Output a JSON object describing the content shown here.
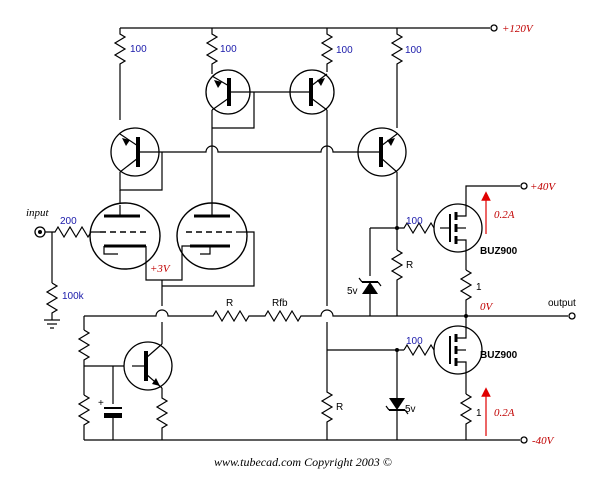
{
  "rails": {
    "top": "+120V",
    "pos40": "+40V",
    "zero": "0V",
    "neg40": "-40V"
  },
  "labels": {
    "input": "input",
    "output": "output",
    "r_top_1": "100",
    "r_top_2": "100",
    "r_top_3": "100",
    "r_top_4": "100",
    "r_in": "200",
    "r_grid": "100k",
    "cathode_v": "+3V",
    "r_mid": "R",
    "r_fb": "Rfb",
    "r_gate_top": "100",
    "r_gate_bot": "100",
    "r_bias_top": "R",
    "r_bias_bot": "R",
    "zener_1": "5v",
    "zener_2": "5v",
    "mos_top": "BUZ900",
    "mos_bot": "BUZ900",
    "r_src_top": "1",
    "r_src_bot": "1",
    "i_top": "0.2A",
    "i_bot": "0.2A"
  },
  "footer": "www.tubecad.com   Copyright 2003 ©",
  "colors": {
    "rail": "#c00000",
    "value": "#1a1aaa",
    "arrow": "#e00000"
  }
}
